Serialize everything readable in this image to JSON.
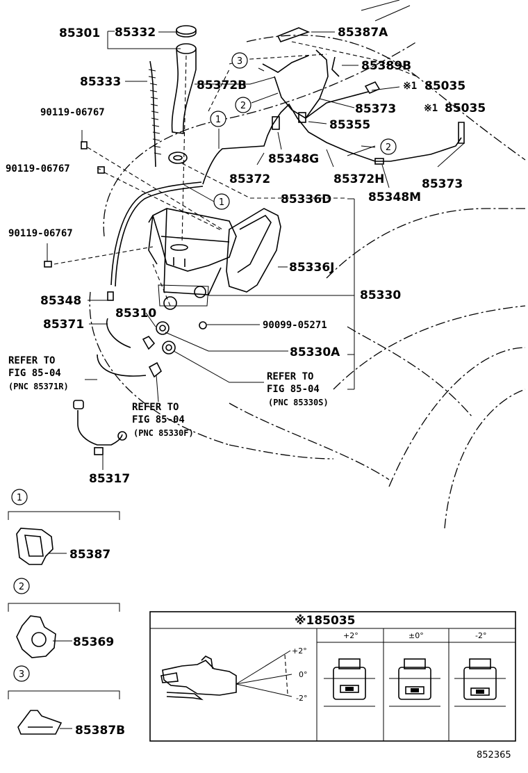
{
  "callouts": {
    "p85301": "85301",
    "p85332": "85332",
    "p85333": "85333",
    "p85387A": "85387A",
    "p85389B": "85389B",
    "p85035a": "85035",
    "p85035b": "85035",
    "p85372B": "85372B",
    "p85373a": "85373",
    "p85355": "85355",
    "p85348G": "85348G",
    "p85372": "85372",
    "p85372H": "85372H",
    "p85373b": "85373",
    "p85348M": "85348M",
    "p85336D": "85336D",
    "p85336J": "85336J",
    "p85330": "85330",
    "p85348": "85348",
    "p85310": "85310",
    "p85371": "85371",
    "p85330A": "85330A",
    "p85317": "85317",
    "b1": "90119-06767",
    "b2": "90119-06767",
    "b3": "90119-06767",
    "b4": "90099-05271",
    "mark": "※1",
    "mark2": "※1"
  },
  "refs": {
    "r1_l1": "REFER TO",
    "r1_l2": "FIG 85-04",
    "r1_l3": "(PNC 85371R)",
    "r2_l1": "REFER TO",
    "r2_l2": "FIG 85-04",
    "r2_l3": "(PNC 85330F)",
    "r3_l1": "REFER TO",
    "r3_l2": "FIG 85-04",
    "r3_l3": "(PNC 85330S)"
  },
  "circles": {
    "c1": "1",
    "c2": "2",
    "c3": "3"
  },
  "legend": {
    "item1_num": "1",
    "item1_part": "85387",
    "item2_num": "2",
    "item2_part": "85369",
    "item3_num": "3",
    "item3_part": "85387B"
  },
  "table": {
    "title": "※185035",
    "col1": "+2°",
    "col2": "±0°",
    "col3": "-2°",
    "angle_plus": "+2°",
    "angle_zero": "0°",
    "angle_minus": "-2°"
  },
  "figure_number": "852365"
}
